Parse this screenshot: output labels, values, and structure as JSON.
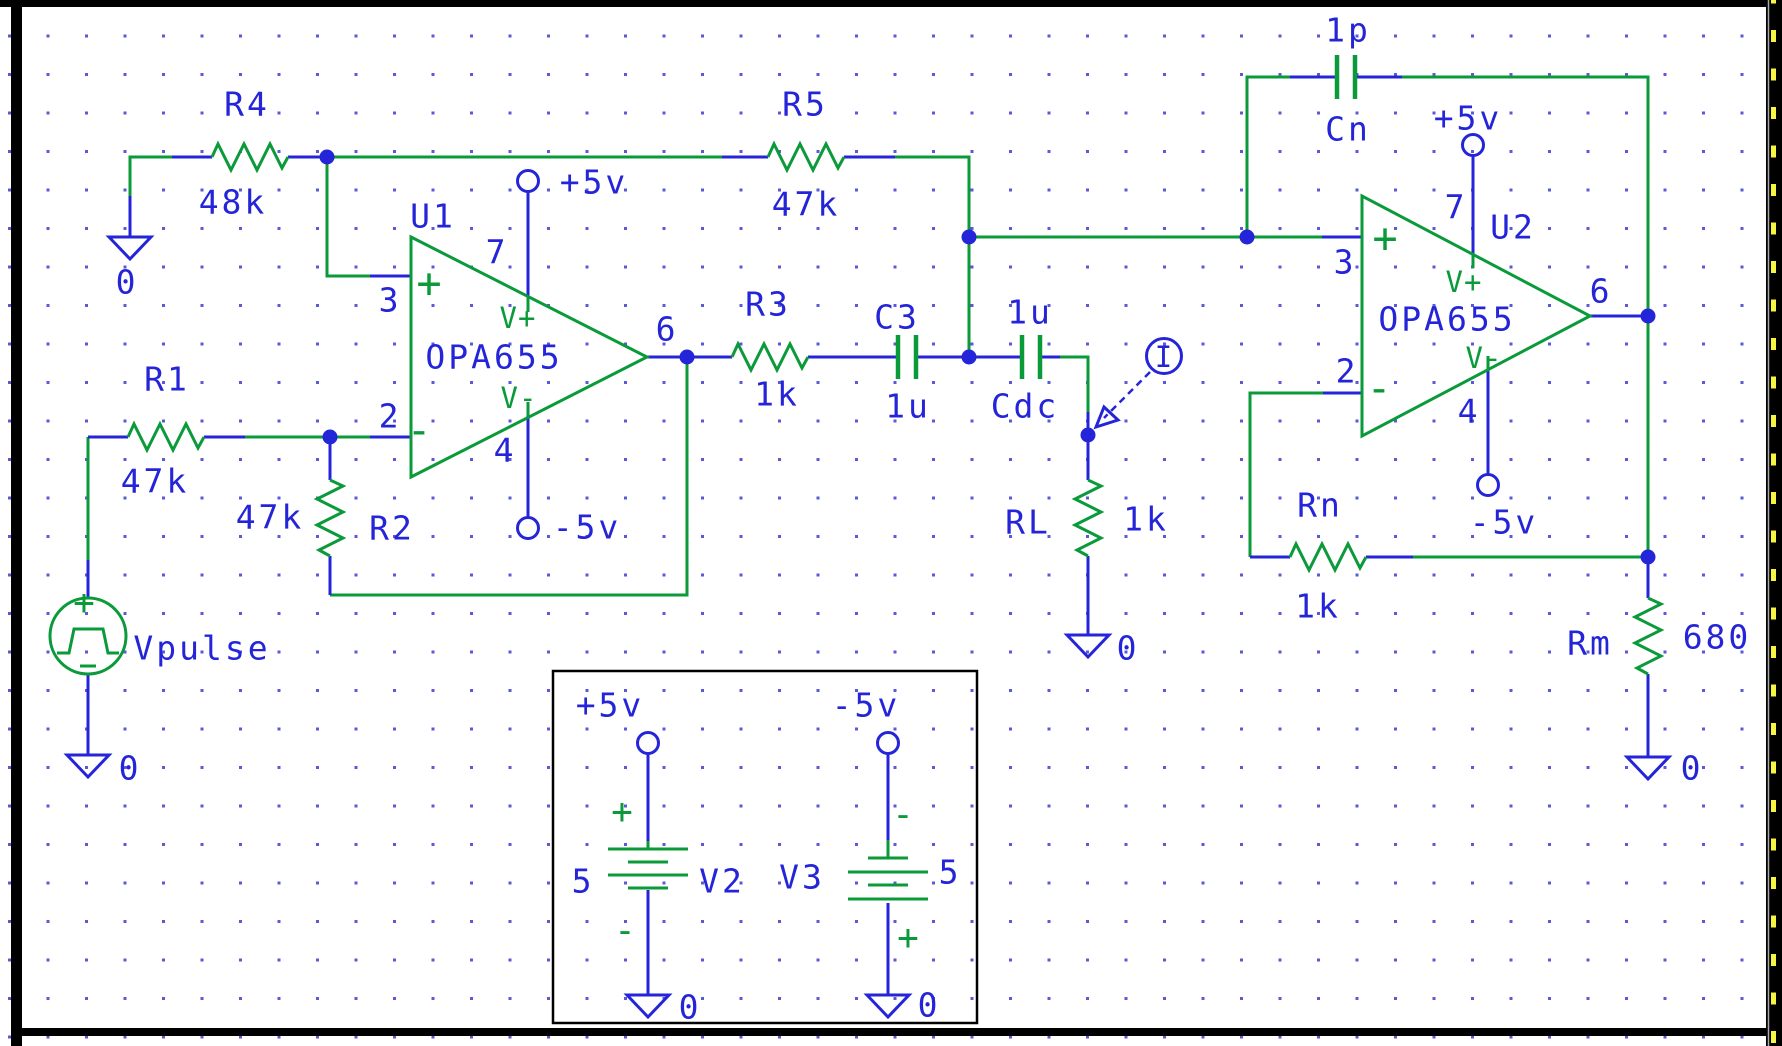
{
  "colors": {
    "wire": "#0a9a3a",
    "symbol": "#2424d8",
    "grid_dot": "#5a5ad8",
    "border": "#000000",
    "page_marker": "#f5f542",
    "background": "#ffffff",
    "box_border": "#000000"
  },
  "opamp": {
    "part": "OPA655",
    "pin_noninv": "3",
    "pin_inv": "2",
    "pin_vplus": "7",
    "pin_vminus": "4",
    "pin_out": "6",
    "label_vplus": "V+",
    "label_vminus": "V-"
  },
  "symbols": {
    "plus": "+",
    "minus": "-"
  },
  "supplies": {
    "pos": "+5v",
    "neg": "-5v"
  },
  "ground_label": "0",
  "u1": {
    "ref": "U1"
  },
  "u2": {
    "ref": "U2"
  },
  "resistors": {
    "r1": {
      "ref": "R1",
      "value": "47k"
    },
    "r2": {
      "ref": "R2",
      "value": "47k"
    },
    "r3": {
      "ref": "R3",
      "value": "1k"
    },
    "r4": {
      "ref": "R4",
      "value": "48k"
    },
    "r5": {
      "ref": "R5",
      "value": "47k"
    },
    "rl": {
      "ref": "RL",
      "value": "1k"
    },
    "rn": {
      "ref": "Rn",
      "value": "1k"
    },
    "rm": {
      "ref": "Rm",
      "value": "680"
    }
  },
  "capacitors": {
    "c3": {
      "ref": "C3",
      "value": "1u"
    },
    "cdc": {
      "ref": "Cdc",
      "value": "1u"
    },
    "cn": {
      "ref": "Cn",
      "value": "1p"
    }
  },
  "sources": {
    "vpulse": {
      "ref": "Vpulse"
    },
    "v2": {
      "ref": "V2",
      "value": "5"
    },
    "v3": {
      "ref": "V3",
      "value": "5"
    }
  },
  "probe": {
    "label": "I"
  }
}
